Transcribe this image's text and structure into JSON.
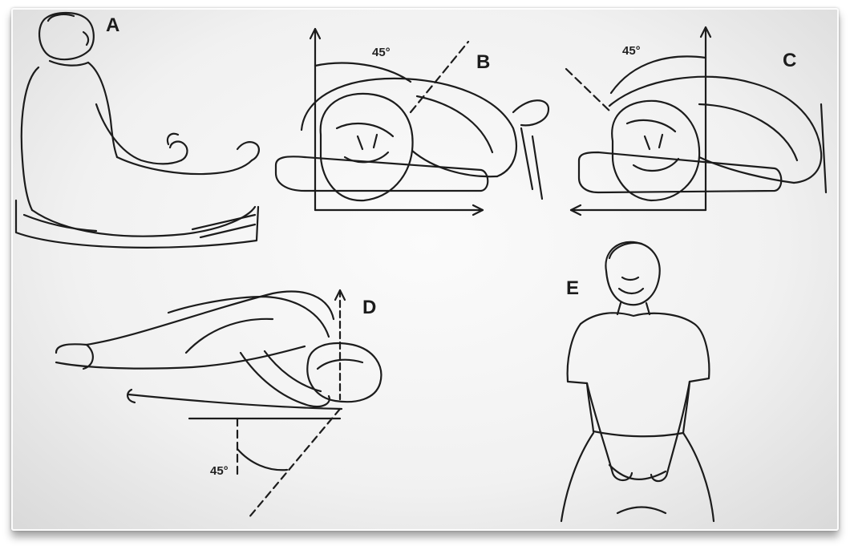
{
  "panels": {
    "a": {
      "label": "A"
    },
    "b": {
      "label": "B",
      "angle": "45°"
    },
    "c": {
      "label": "C",
      "angle": "45°"
    },
    "d": {
      "label": "D",
      "angle": "45°"
    },
    "e": {
      "label": "E"
    }
  },
  "colors": {
    "ink": "#1c1c1c",
    "paper": "#f6f6f6",
    "vignette": "#d9d9d9"
  }
}
